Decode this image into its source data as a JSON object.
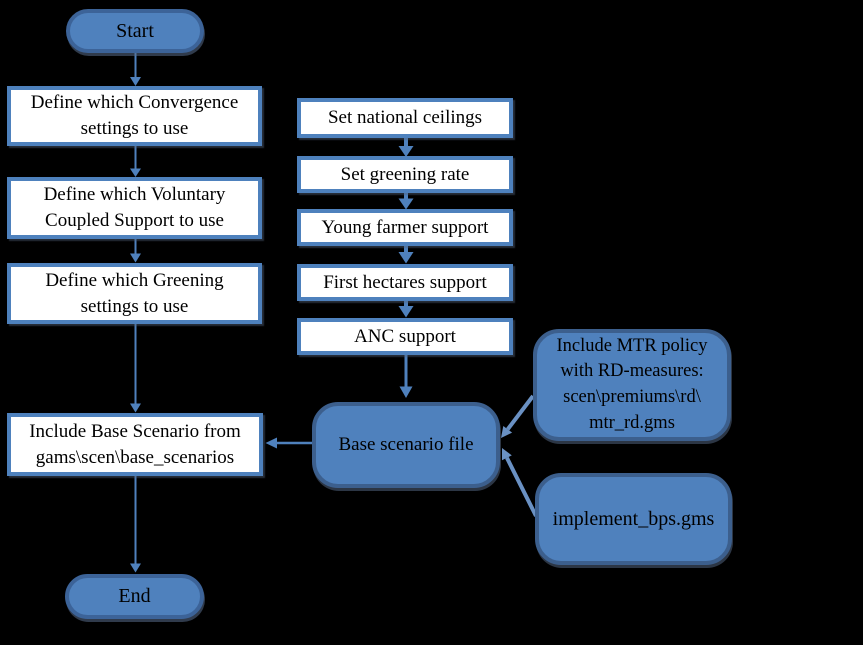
{
  "canvas": {
    "background": "#000000"
  },
  "colors": {
    "node_fill": "#4f81bd",
    "node_border_dark": "#3c5f8d",
    "process_border": "#4e81bd",
    "process_fill": "#ffffff",
    "arrow": "#4f81bd",
    "arrow_diagonal": "#6a91c3",
    "text": "#000000"
  },
  "nodes": {
    "start": {
      "type": "terminator",
      "label": "Start"
    },
    "define_convergence": {
      "type": "process",
      "label": "Define which Convergence\nsettings to use"
    },
    "define_vcs": {
      "type": "process",
      "label": "Define which Voluntary\nCoupled Support to use"
    },
    "define_greening": {
      "type": "process",
      "label": "Define which Greening\nsettings to use"
    },
    "include_base": {
      "type": "process",
      "label": "Include Base Scenario from\ngams\\scen\\base_scenarios"
    },
    "set_ceilings": {
      "type": "process",
      "label": "Set national ceilings"
    },
    "set_greening_rate": {
      "type": "process",
      "label": "Set greening rate"
    },
    "young_farmer": {
      "type": "process",
      "label": "Young farmer support"
    },
    "first_hectares": {
      "type": "process",
      "label": "First hectares support"
    },
    "anc_support": {
      "type": "process",
      "label": "ANC support"
    },
    "base_scenario_file": {
      "type": "rounded",
      "label": "Base scenario file"
    },
    "mtr_policy": {
      "type": "rounded",
      "label": "Include MTR policy\nwith RD-measures:\nscen\\premiums\\rd\\\nmtr_rd.gms"
    },
    "implement_bps": {
      "type": "rounded",
      "label": "implement_bps.gms"
    },
    "end": {
      "type": "terminator",
      "label": "End"
    }
  },
  "edges": [
    {
      "from": "start",
      "to": "define_convergence"
    },
    {
      "from": "define_convergence",
      "to": "define_vcs"
    },
    {
      "from": "define_vcs",
      "to": "define_greening"
    },
    {
      "from": "define_greening",
      "to": "include_base"
    },
    {
      "from": "include_base",
      "to": "end"
    },
    {
      "from": "set_ceilings",
      "to": "set_greening_rate"
    },
    {
      "from": "set_greening_rate",
      "to": "young_farmer"
    },
    {
      "from": "young_farmer",
      "to": "first_hectares"
    },
    {
      "from": "first_hectares",
      "to": "anc_support"
    },
    {
      "from": "anc_support",
      "to": "base_scenario_file"
    },
    {
      "from": "base_scenario_file",
      "to": "include_base"
    },
    {
      "from": "mtr_policy",
      "to": "base_scenario_file"
    },
    {
      "from": "implement_bps",
      "to": "base_scenario_file"
    }
  ]
}
